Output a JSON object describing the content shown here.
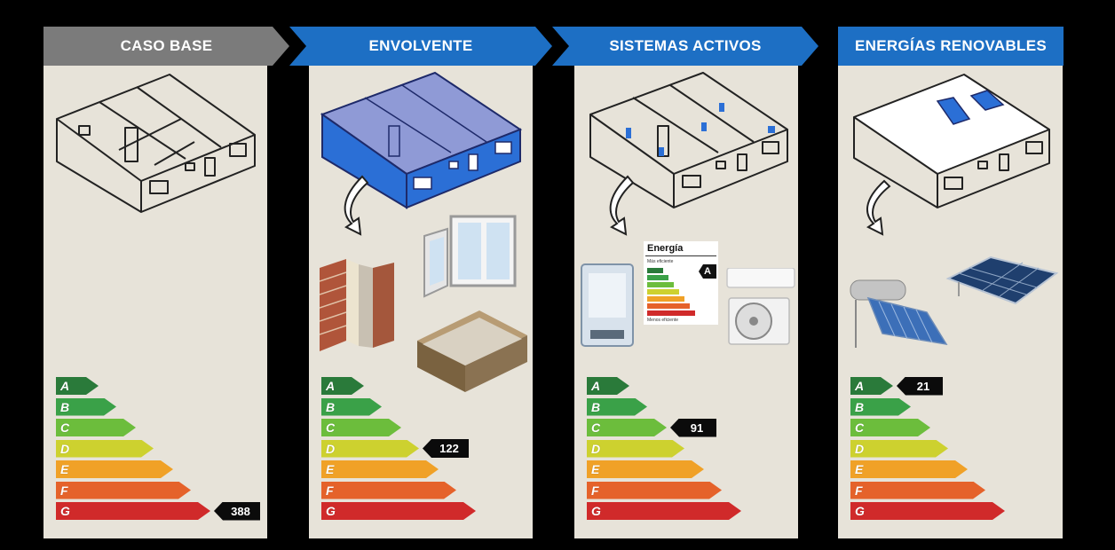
{
  "panels": [
    {
      "title": "CASO BASE",
      "rating_value": "388",
      "rating_class": "G"
    },
    {
      "title": "ENVOLVENTE",
      "rating_value": "122",
      "rating_class": "D"
    },
    {
      "title": "SISTEMAS ACTIVOS",
      "rating_value": "91",
      "rating_class": "C"
    },
    {
      "title": "ENERGÍAS RENOVABLES",
      "rating_value": "21",
      "rating_class": "A"
    }
  ],
  "scale_letters": [
    "A",
    "B",
    "C",
    "D",
    "E",
    "F",
    "G"
  ],
  "energy_label": {
    "title": "Energía",
    "high": "Más eficiente",
    "low": "Menos eficiente",
    "class": "A"
  },
  "colors": {
    "header_gray": "#7b7b7b",
    "header_blue": "#1d6fc4",
    "panel_bg": "#e7e3d9",
    "scale": [
      "#2a7a3a",
      "#3aa148",
      "#6cbd3c",
      "#cdd12f",
      "#f0a127",
      "#e5622a",
      "#d02a2a"
    ]
  },
  "icons": [
    "house-sketch-icon",
    "insulation-icon",
    "window-icon",
    "floor-icon",
    "boiler-icon",
    "energy-label-icon",
    "air-conditioner-icon",
    "solar-thermal-icon",
    "solar-panel-icon"
  ]
}
